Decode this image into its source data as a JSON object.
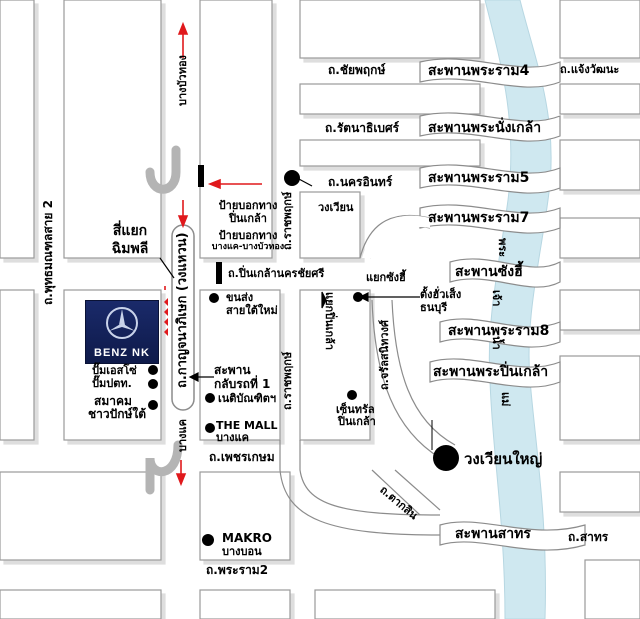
{
  "map": {
    "colors": {
      "river": "#cfe8f0",
      "road_fill": "#ffffff",
      "road_edge": "#8c8c8c",
      "shadow": "#c8c8c8",
      "block": "#ffffff",
      "marker": "#000000",
      "arrow": "#e0191c",
      "logo_bg": "#132258",
      "turn_sign": "#b4b4b4"
    },
    "roads": {
      "chaiyaphruek": "ถ.ชัยพฤกษ์",
      "rattanathibet": "ถ.รัตนาธิเบศร์",
      "nakhon_in": "ถ.นครอินทร์",
      "ratchaphruek_top": "ถ.ราชพฤกษ์",
      "ratchaphruek_mid": "ถ.ราชพฤกษ์",
      "pinklao_nakhon_chaisri": "ถ.ปิ่นเกล้านครชัยศรี",
      "kanchanaphisek": "ถ.กาญจนาภิเษก (วงแหวน)",
      "phutthamonthon_2": "ถ.พุทธมณฑลสาย 2",
      "phetkasem": "ถ.เพชรเกษม",
      "rama2": "ถ.พระราม2",
      "charansanitwong": "ถ.จรัลสนิทวงศ์",
      "taksin": "ถ.ตากสิน",
      "sathorn": "ถ.สาทร",
      "chaengwattana": "ถ.แจ้งวัฒนะ",
      "pinklao_junction": "แยกปิ่นเกล้า",
      "chongsi_junction": "แยกซังฮี้"
    },
    "bridges": {
      "rama4": "สะพานพระราม4",
      "nonthaburi": "สะพานพระนั่งเกล้า",
      "rama5": "สะพานพระราม5",
      "rama7": "สะพานพระราม7",
      "krungthon": "สะพานซังฮี้",
      "rama8": "สะพานพระราม8",
      "pinklao": "สะพานพระปิ่นเกล้า",
      "sathorn": "สะพานสาทร"
    },
    "river": {
      "line1": "แม่",
      "line2": "น้ำ",
      "line3": "เจ้า",
      "line4": "พระ"
    },
    "directions": {
      "bang_bua_thong": "บางบัวทอง",
      "bang_khae": "บางแค"
    },
    "places": {
      "si_yaek_chimphli_1": "สี่แยก",
      "si_yaek_chimphli_2": "ฉิมพลี",
      "sign_pinklao_1": "ป้ายบอกทาง",
      "sign_pinklao_2": "ปิ่นเกล้า",
      "sign_bangkhae_1": "ป้ายบอกทาง",
      "sign_bangkhae_2": "บางแค-บางบัวทอง",
      "circle": "วงเวียน",
      "southern_bus_1": "ขนส่ง",
      "southern_bus_2": "สายใต้ใหม่",
      "u_turn_bridge_1": "สะพาน",
      "u_turn_bridge_2": "กลับรถที่ 1",
      "ptt_station": "ปั๊มปตท.",
      "shell_station": "ปั๊มเอสโซ่",
      "association_1": "สมาคม",
      "association_2": "ชาวปักษ์ใต้",
      "netibandit": "เนติบัณฑิตฯ",
      "the_mall_1": "THE MALL",
      "the_mall_2": "บางแค",
      "central_1": "เซ็นทรัล",
      "central_2": "ปิ่นเกล้า",
      "ang_sila_1": "ตั้งฮั่วเส็ง",
      "ang_sila_2": "ธนบุรี",
      "wongwian_yai": "วงเวียนใหญ่",
      "makro_1": "MAKRO",
      "makro_2": "บางบอน"
    },
    "logo": {
      "brand": "BENZ NK"
    }
  }
}
